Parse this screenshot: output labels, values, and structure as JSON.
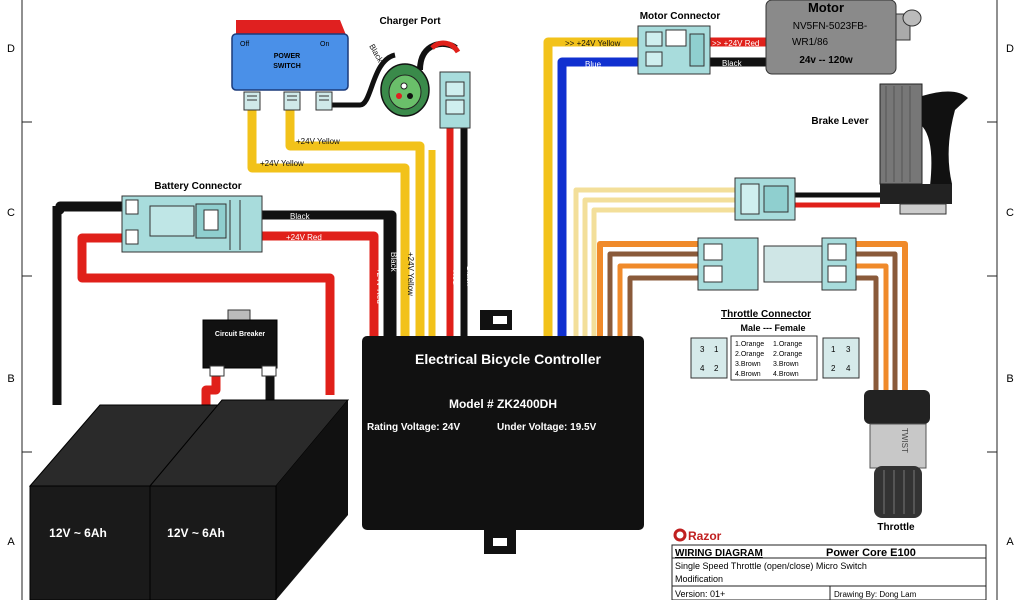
{
  "border": {
    "letters_left": [
      "D",
      "C",
      "B",
      "A"
    ],
    "letters_right": [
      "D",
      "C",
      "B",
      "A"
    ]
  },
  "components": {
    "power_switch": {
      "off": "Off",
      "on": "On",
      "line1": "POWER",
      "line2": "SWITCH"
    },
    "charger_port": {
      "title": "Charger Port"
    },
    "battery_connector": {
      "title": "Battery Connector"
    },
    "circuit_breaker": {
      "title": "Circuit Breaker"
    },
    "batteries": [
      {
        "label": "12V ~ 6Ah"
      },
      {
        "label": "12V ~ 6Ah"
      }
    ],
    "controller": {
      "title": "Electrical Bicycle Controller",
      "model": "Model # ZK2400DH",
      "rating": "Rating Voltage: 24V",
      "under": "Under Voltage: 19.5V"
    },
    "motor_connector": {
      "title": "Motor Connector"
    },
    "motor": {
      "title": "Motor",
      "model1": "NV5FN-5023FB-",
      "model2": "WR1/86",
      "rating": "24v -- 120w"
    },
    "brake_lever": {
      "title": "Brake Lever"
    },
    "throttle_connector": {
      "title": "Throttle Connector",
      "subtitle": "Male --- Female",
      "pins_left": [
        "1.Orange",
        "2.Orange",
        "3.Brown",
        "4.Brown"
      ],
      "pins_right": [
        "1.Orange",
        "2.Orange",
        "3.Brown",
        "4.Brown"
      ],
      "pin_numbers": [
        "3",
        "1",
        "4",
        "2"
      ]
    },
    "throttle": {
      "title": "Throttle",
      "grip_text": "TWIST"
    }
  },
  "wire_labels": {
    "black": "Black",
    "red24": "+24V Red",
    "yellow24": "+24V Yellow",
    "yellow_motor": ">> +24V Yellow",
    "red_motor": ">> +24V Red",
    "blue": "Blue",
    "red": "Red"
  },
  "title_block": {
    "brand": "Razor",
    "header": "WIRING DIAGRAM",
    "product": "Power Core E100",
    "desc1": "Single Speed Throttle (open/close) Micro Switch",
    "desc2": "Modification",
    "version": "Version: 01+",
    "drawn_by": "Drawing By: Dong Lam"
  },
  "colors": {
    "wire_black": "#111111",
    "wire_red": "#e0201a",
    "wire_yellow": "#f2c21a",
    "wire_blue": "#1030d0",
    "wire_orange": "#f08a2a",
    "wire_brown": "#8a5a3a",
    "connector": "#a8dcdc",
    "switch_blue": "#4a90e8",
    "switch_red": "#e02020"
  }
}
